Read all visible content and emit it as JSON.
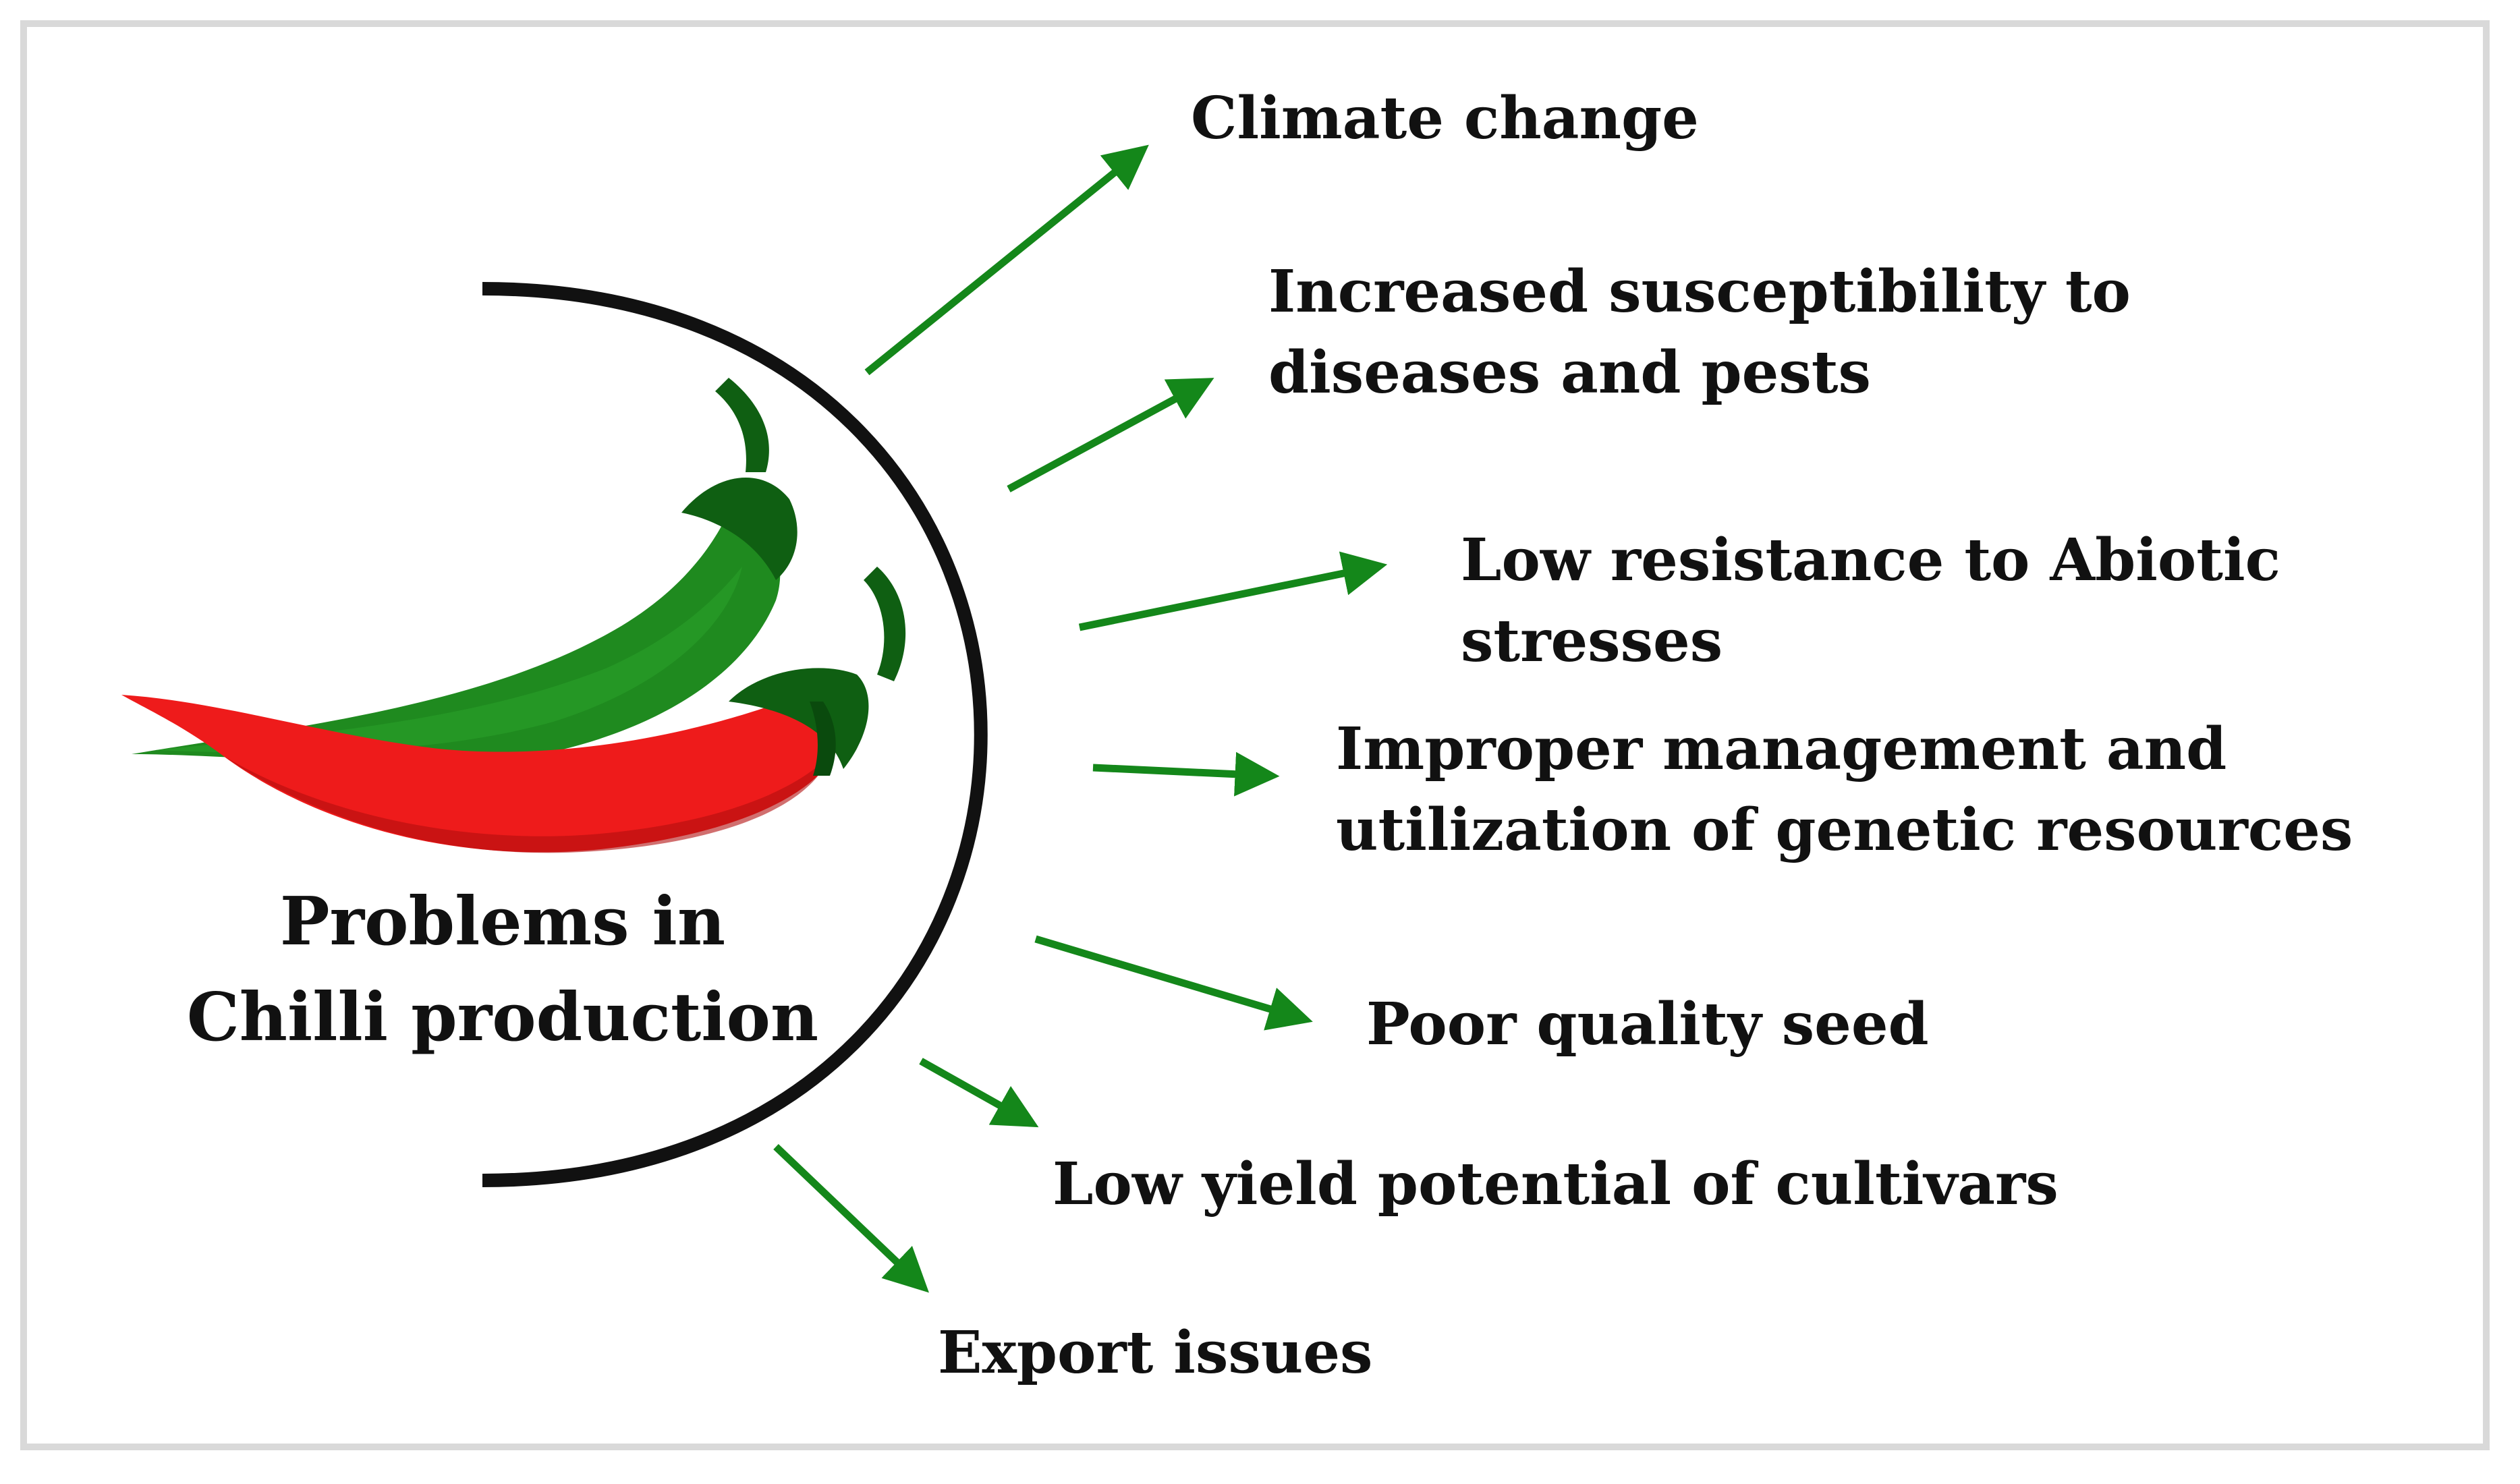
{
  "center": {
    "title_line1": "Problems in",
    "title_line2": "Chilli production"
  },
  "problems": [
    {
      "id": "climate-change",
      "lines": [
        "Climate change"
      ]
    },
    {
      "id": "disease-pest-susceptibility",
      "lines": [
        "Increased susceptibility to",
        "diseases and pests"
      ]
    },
    {
      "id": "abiotic-resistance",
      "lines": [
        "Low resistance to Abiotic",
        "stresses"
      ]
    },
    {
      "id": "genetic-resources",
      "lines": [
        "Improper management and",
        "utilization of genetic resources"
      ]
    },
    {
      "id": "seed-quality",
      "lines": [
        "Poor quality seed"
      ]
    },
    {
      "id": "low-yield",
      "lines": [
        "Low yield potential of cultivars"
      ]
    },
    {
      "id": "export",
      "lines": [
        "Export issues"
      ]
    }
  ],
  "colors": {
    "arrow": "#14871a",
    "arc": "#111111",
    "green_chilli": "#1f8a1f",
    "green_chilli_dark": "#0f5f12",
    "red_chilli": "#ee1b1b",
    "red_chilli_dark": "#b30f0f",
    "border": "#d9d9d9"
  },
  "icons": [
    "green-chilli-icon",
    "red-chilli-icon"
  ]
}
